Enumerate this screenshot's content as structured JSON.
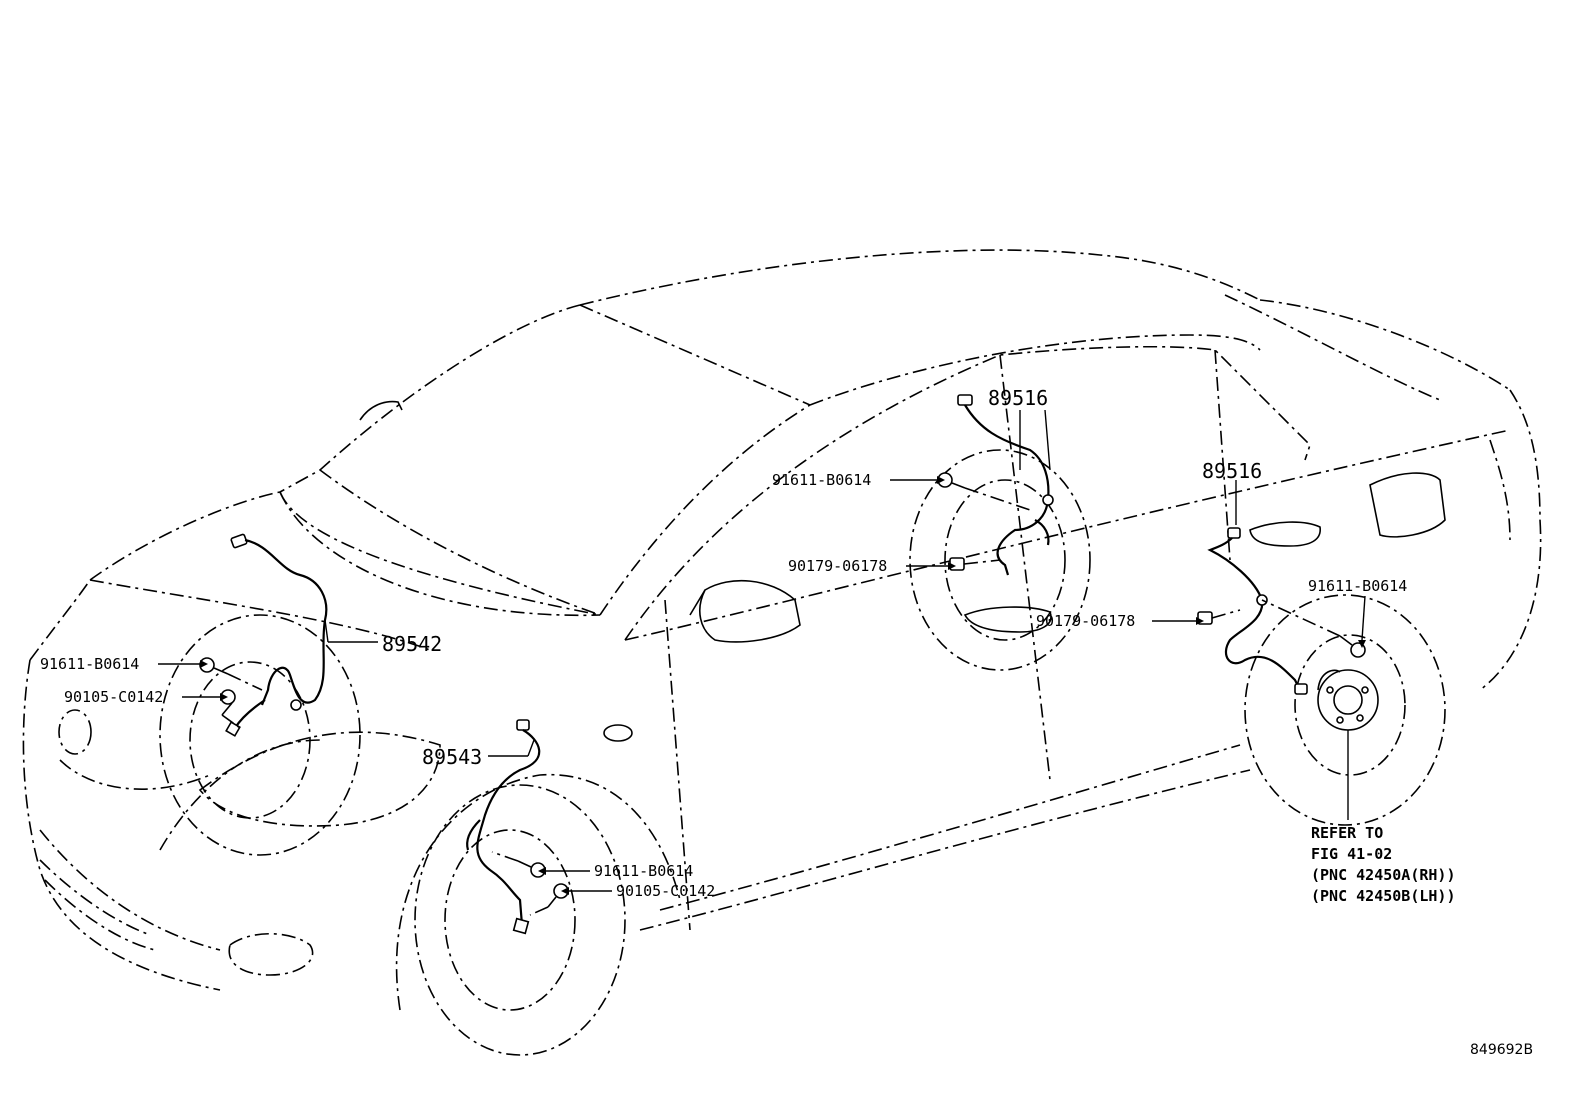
{
  "callouts": {
    "front_sensor_lh": "89543",
    "front_sensor_rh": "89542",
    "rear_sensor_lh": "89516",
    "rear_sensor_rh": "89516",
    "bolt_front_rh": "91611-B0614",
    "screw_front_rh": "90105-C0142",
    "bolt_front_lh": "91611-B0614",
    "screw_front_lh": "90105-C0142",
    "bolt_rear_lh": "91611-B0614",
    "clip_rear_lh": "90179-06178",
    "clip_rear_rh": "90179-06178",
    "bolt_rear_rh": "91611-B0614"
  },
  "refer_note": {
    "line1": "REFER TO",
    "line2": "FIG 41-02",
    "line3": "(PNC 42450A(RH))",
    "line4": "(PNC 42450B(LH))"
  },
  "illustration_code": "849692B"
}
